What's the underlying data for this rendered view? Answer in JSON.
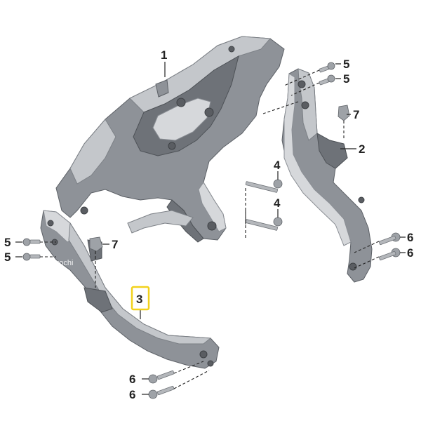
{
  "callouts": {
    "c1": "1",
    "c2": "2",
    "c3": "3",
    "c4a": "4",
    "c4b": "4",
    "c5a": "5",
    "c5b": "5",
    "c5c": "5",
    "c5d": "5",
    "c6a": "6",
    "c6b": "6",
    "c6c": "6",
    "c6d": "6",
    "c7a": "7",
    "c7b": "7"
  },
  "watermark": "hirochi",
  "colors": {
    "highlight": "#f2d21c",
    "part": "#8e9298"
  }
}
